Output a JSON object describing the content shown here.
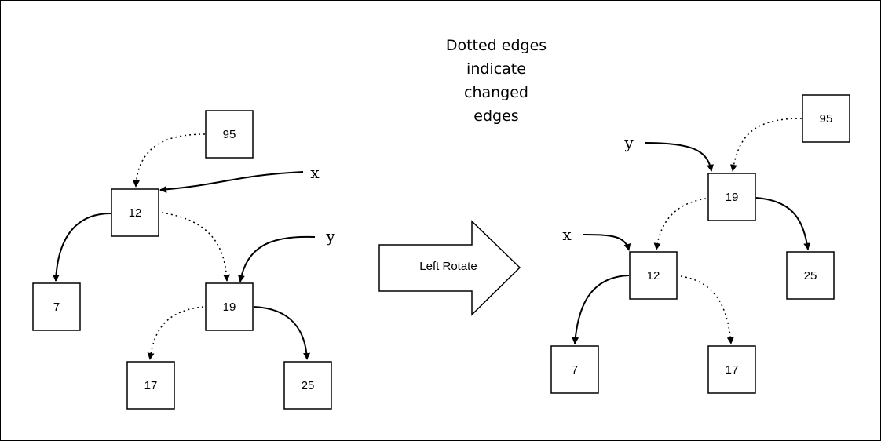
{
  "note": {
    "lines": [
      "Dotted edges",
      "indicate",
      "changed",
      "edges"
    ]
  },
  "action": {
    "label": "Left Rotate"
  },
  "before": {
    "nodes": {
      "n95": "95",
      "n12": "12",
      "n7": "7",
      "n19": "19",
      "n17": "17",
      "n25": "25"
    },
    "pointers": {
      "x": "x",
      "y": "y"
    }
  },
  "after": {
    "nodes": {
      "n95": "95",
      "n19": "19",
      "n12": "12",
      "n25": "25",
      "n7": "7",
      "n17": "17"
    },
    "pointers": {
      "x": "x",
      "y": "y"
    }
  }
}
